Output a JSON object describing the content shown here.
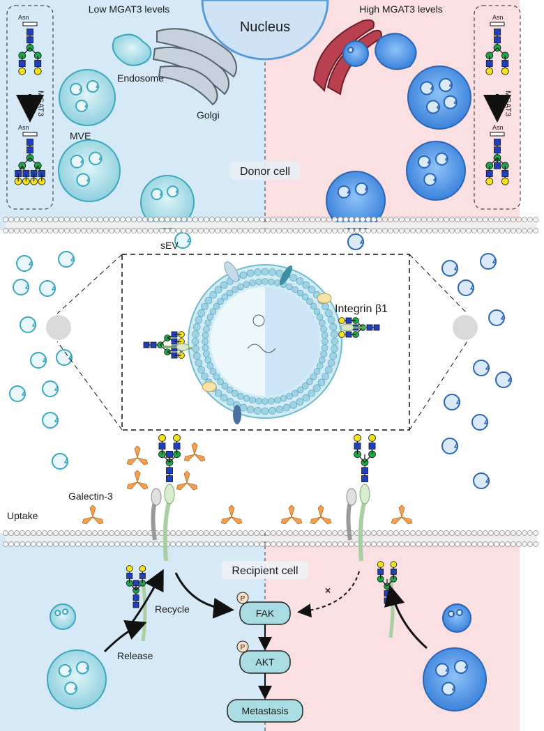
{
  "labels": {
    "low_mgat3": "Low MGAT3 levels",
    "high_mgat3": "High MGAT3 levels",
    "nucleus": "Nucleus",
    "endosome": "Endosome",
    "golgi": "Golgi",
    "mve": "MVE",
    "donor_cell": "Donor cell",
    "sev": "sEV",
    "integrin": "Integrin β1",
    "galectin": "Galectin-3",
    "uptake": "Uptake",
    "recipient_cell": "Recipient cell",
    "recycle": "Recycle",
    "release": "Release",
    "asn": "Asn",
    "mgat3": "MGAT3",
    "p": "P",
    "block": "×"
  },
  "pathway": [
    "FAK",
    "AKT",
    "Metastasis"
  ],
  "colors": {
    "low_bg": "#d6e9f7",
    "high_bg": "#fadfe3",
    "vesicle_low": "#8fd0de",
    "vesicle_high": "#4a90e2",
    "glcnac": "#1f3fbf",
    "mannose": "#19a84a",
    "galactose": "#f2e21a",
    "galectin": "#f0a050",
    "pathway_node": "#a9dde3"
  },
  "icons": [
    "glcnac-square-icon",
    "mannose-circle-icon",
    "galactose-circle-icon",
    "galectin-icon",
    "integrin-icon"
  ]
}
